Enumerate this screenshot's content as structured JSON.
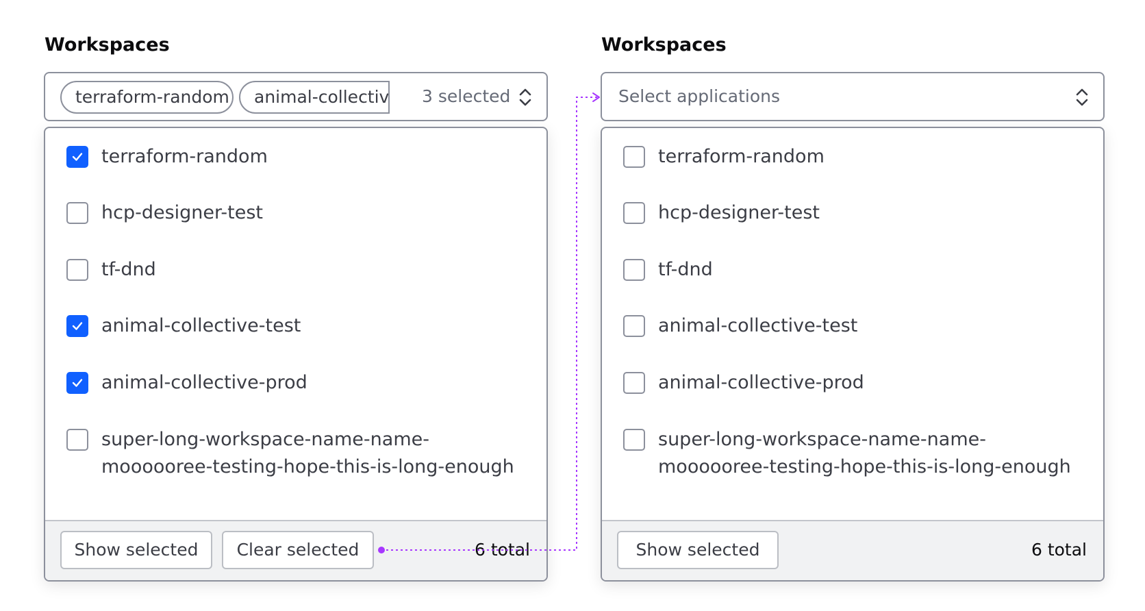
{
  "left": {
    "label": "Workspaces",
    "chips": [
      "terraform-random",
      "animal-collective"
    ],
    "selected_count": "3 selected",
    "options": [
      {
        "label": "terraform-random",
        "checked": true
      },
      {
        "label": "hcp-designer-test",
        "checked": false
      },
      {
        "label": "tf-dnd",
        "checked": false
      },
      {
        "label": "animal-collective-test",
        "checked": true
      },
      {
        "label": "animal-collective-prod",
        "checked": true
      },
      {
        "label": "super-long-workspace-name-name-\nmoooooree-testing-hope-this-is-long-enough",
        "checked": false
      }
    ],
    "show_selected": "Show selected",
    "clear_selected": "Clear selected",
    "total": "6 total"
  },
  "right": {
    "label": "Workspaces",
    "placeholder": "Select applications",
    "options": [
      {
        "label": "terraform-random",
        "checked": false
      },
      {
        "label": "hcp-designer-test",
        "checked": false
      },
      {
        "label": "tf-dnd",
        "checked": false
      },
      {
        "label": "animal-collective-test",
        "checked": false
      },
      {
        "label": "animal-collective-prod",
        "checked": false
      },
      {
        "label": "super-long-workspace-name-name-\nmoooooree-testing-hope-this-is-long-enough",
        "checked": false
      }
    ],
    "show_selected": "Show selected",
    "total": "6 total"
  },
  "colors": {
    "accent": "#1060ff",
    "connector": "#a737ff",
    "border": "#8c909c"
  },
  "icons": {
    "trigger": "chevron-up-down-icon",
    "check": "check-icon"
  }
}
